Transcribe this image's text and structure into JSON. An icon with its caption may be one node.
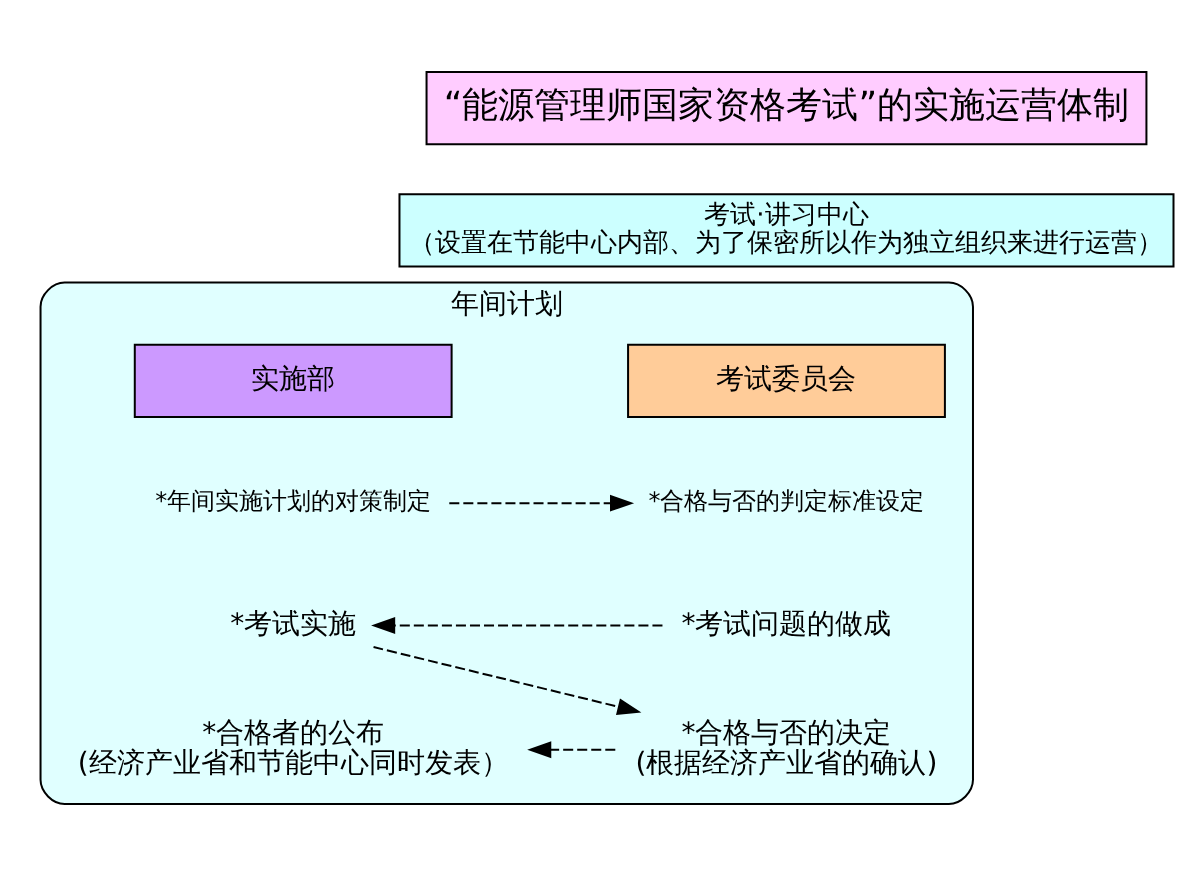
{
  "diagram": {
    "nodes": [
      {
        "text": [
          "“能源管理师国家资格考试”的实施运营体制"
        ]
      },
      {
        "text": [
          "考试·讲习中心",
          "（设置在节能中心内部、为了保密所以作为独立组织来进行运营）"
        ]
      },
      {
        "text": [
          "年间计划"
        ]
      },
      {
        "text": [
          "考试委员会"
        ],
        "in": 2
      },
      {
        "text": [
          "实施部"
        ],
        "in": 2
      },
      {
        "text": [
          "*合格与否的判定标准设定"
        ],
        "in": 2
      },
      {
        "text": [
          "*考试问题的做成"
        ],
        "in": 2
      },
      {
        "text": [
          "*合格与否的决定",
          "(根据经济产业省的确认)"
        ],
        "in": 2
      },
      {
        "text": [
          "*年间实施计划的对策制定"
        ],
        "in": 2
      },
      {
        "text": [
          "*考试实施"
        ],
        "in": 2
      },
      {
        "text": [
          "*合格者的公布",
          "(经济产业省和节能中心同时发表）"
        ],
        "in": 2
      }
    ],
    "edges": [
      {
        "from": 8,
        "to": 5,
        "arrow": "to",
        "style": "dashed"
      },
      {
        "from": 6,
        "to": 9,
        "arrow": "to",
        "style": "dashed"
      },
      {
        "from": 9,
        "to": 7,
        "arrow": "to",
        "style": "dashed"
      },
      {
        "from": 7,
        "to": 10,
        "arrow": "to",
        "style": "dashed"
      }
    ]
  }
}
